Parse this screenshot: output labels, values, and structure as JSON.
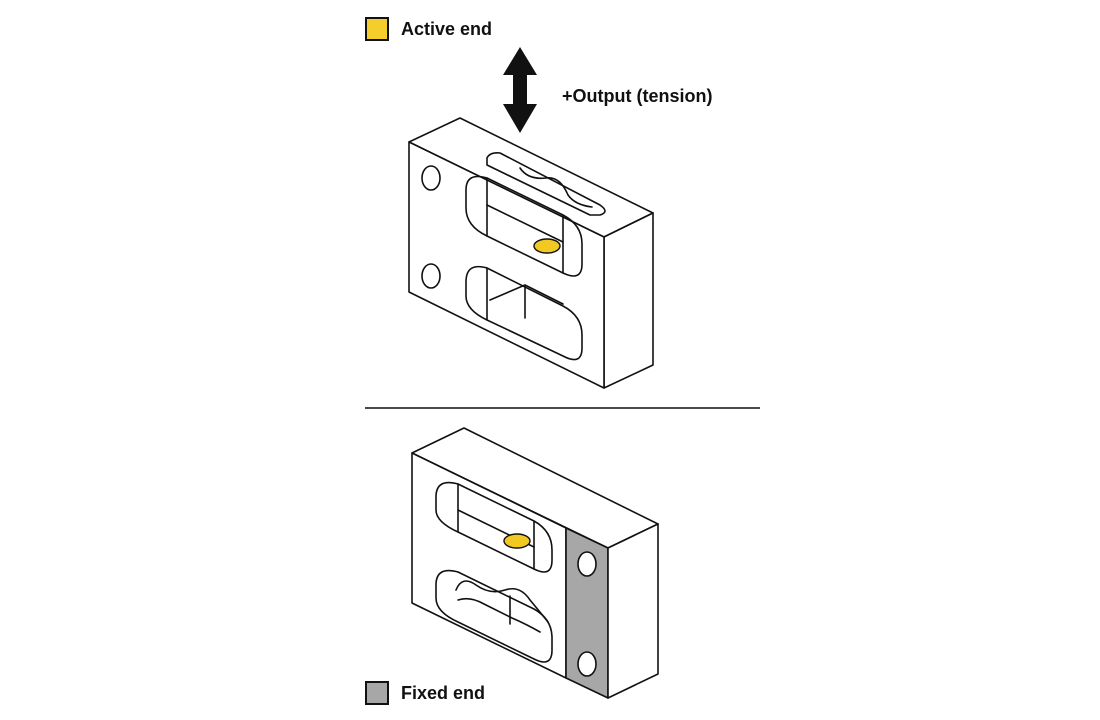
{
  "legend": {
    "active": {
      "label": "Active end",
      "color": "#F5CE2C"
    },
    "fixed": {
      "label": "Fixed end",
      "color": "#A7A7A8"
    }
  },
  "arrow": {
    "label": "+Output (tension)"
  },
  "colors": {
    "stroke": "#111111",
    "body": "#FFFFFF",
    "gauge": "#F2C823",
    "fixed_face": "#A7A7A8"
  },
  "icons": [
    "double-arrow-icon",
    "strain-gauge-icon"
  ]
}
